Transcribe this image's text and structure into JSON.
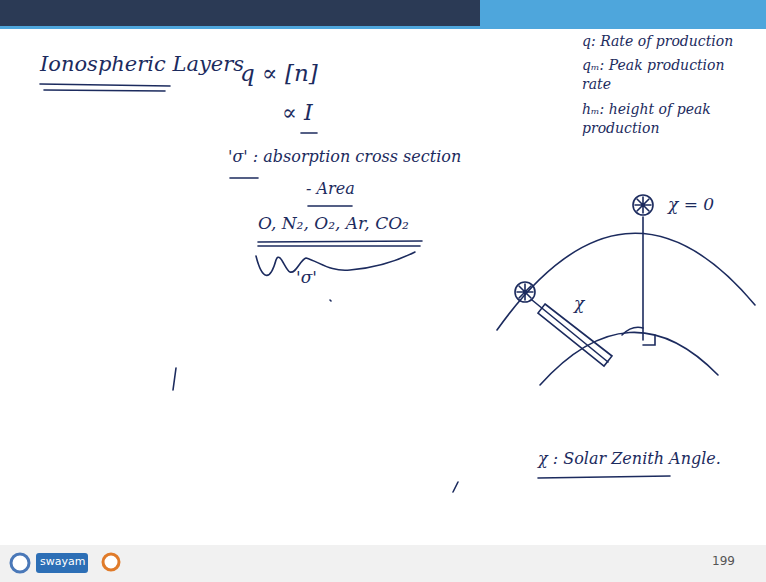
{
  "diagram": {
    "title": "Ionospheric Layers",
    "labels": [
      "q ∝ [n]",
      "∝ I",
      "'σ' : absorption cross section",
      "- Area",
      "O, N₂, O₂, Ar, CO₂",
      "'σ'",
      "q: Rate of production",
      "qₘ: Peak production rate",
      "hₘ: height of peak production",
      "χ",
      "χ = 0",
      "χ : Solar Zenith Angle.",
      "swayam",
      "199"
    ]
  }
}
